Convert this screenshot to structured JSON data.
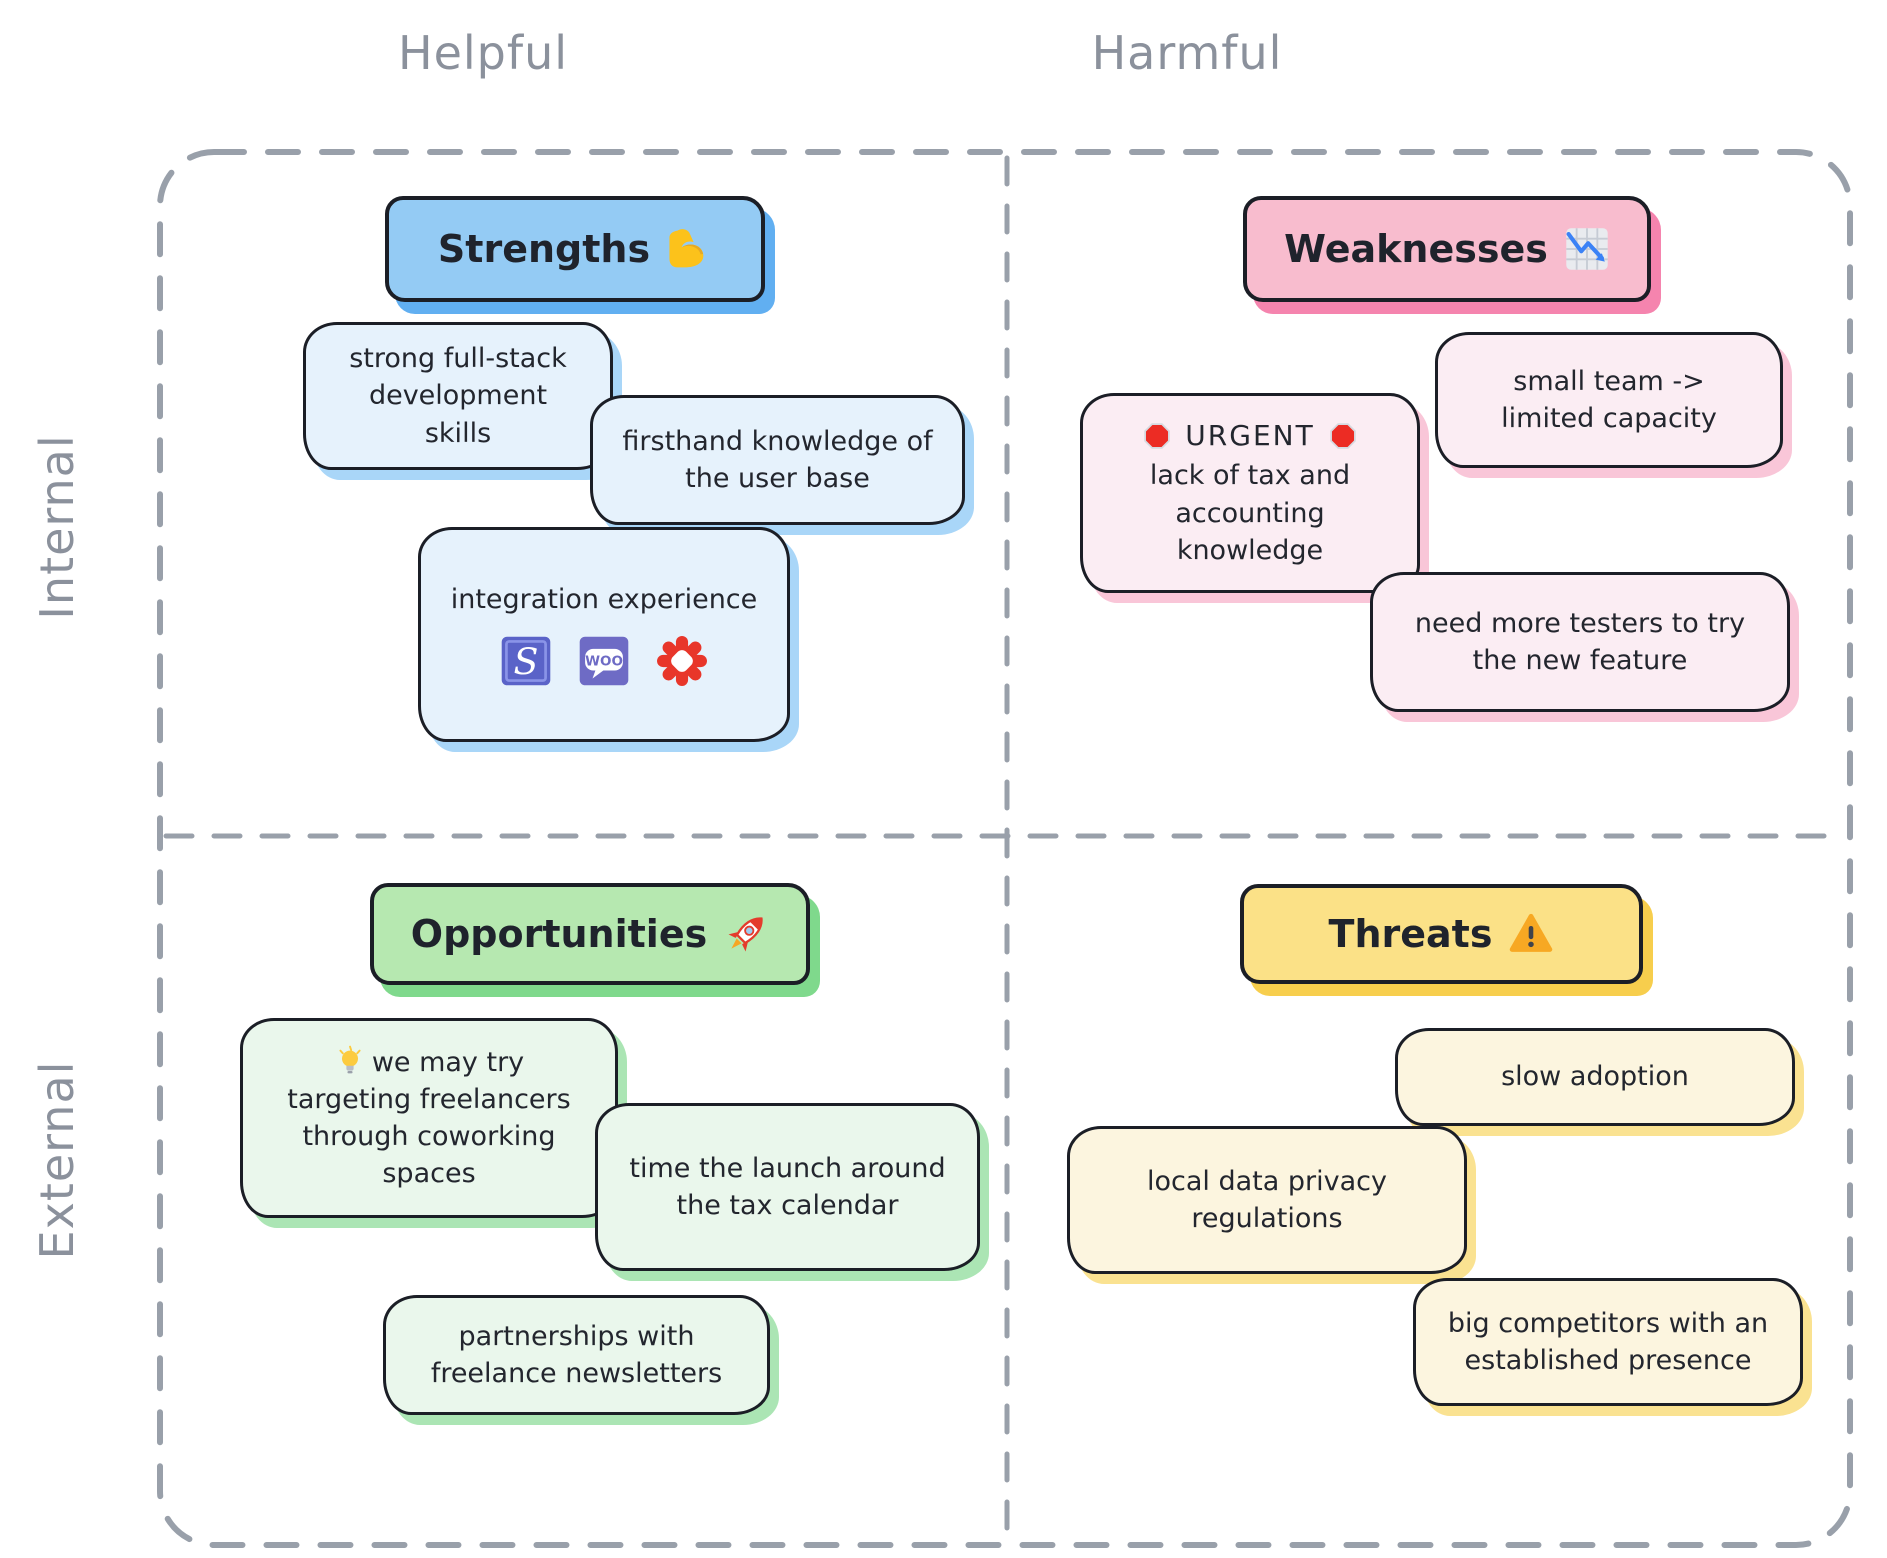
{
  "axis_labels": {
    "helpful": "Helpful",
    "harmful": "Harmful",
    "internal": "Internal",
    "external": "External"
  },
  "quadrants": {
    "strengths": {
      "title": "Strengths",
      "title_icon": "flexed-biceps",
      "accent": "#94CBF4",
      "card_fill": "#E6F2FC",
      "cards": [
        {
          "text": "strong full-stack development skills"
        },
        {
          "text": "firsthand knowledge of the user base"
        },
        {
          "text": "integration experience",
          "logos": [
            {
              "name": "Stripe",
              "letter": "S"
            },
            {
              "name": "WooCommerce",
              "letter": "WOO"
            },
            {
              "name": "Zapier"
            }
          ]
        }
      ]
    },
    "weaknesses": {
      "title": "Weaknesses",
      "title_icon": "chart-decreasing",
      "accent": "#F8BCCE",
      "card_fill": "#FBEDF3",
      "cards": [
        {
          "text": "small team -> limited capacity"
        },
        {
          "badge": "URGENT",
          "badge_icon": "stop-sign",
          "text": "lack of tax and accounting knowledge"
        },
        {
          "text": "need more testers to try the new feature"
        }
      ]
    },
    "opportunities": {
      "title": "Opportunities",
      "title_icon": "rocket",
      "accent": "#B6E8B0",
      "card_fill": "#EAF7EC",
      "cards": [
        {
          "icon": "light-bulb",
          "text": "we may try targeting freelancers through coworking spaces"
        },
        {
          "text": "time the launch around the tax calendar"
        },
        {
          "text": "partnerships with freelance newsletters"
        }
      ]
    },
    "threats": {
      "title": "Threats",
      "title_icon": "warning",
      "accent": "#FBE187",
      "card_fill": "#FCF5DF",
      "cards": [
        {
          "text": "slow adoption"
        },
        {
          "text": "local data privacy regulations"
        },
        {
          "text": "big competitors with an established presence"
        }
      ]
    }
  }
}
